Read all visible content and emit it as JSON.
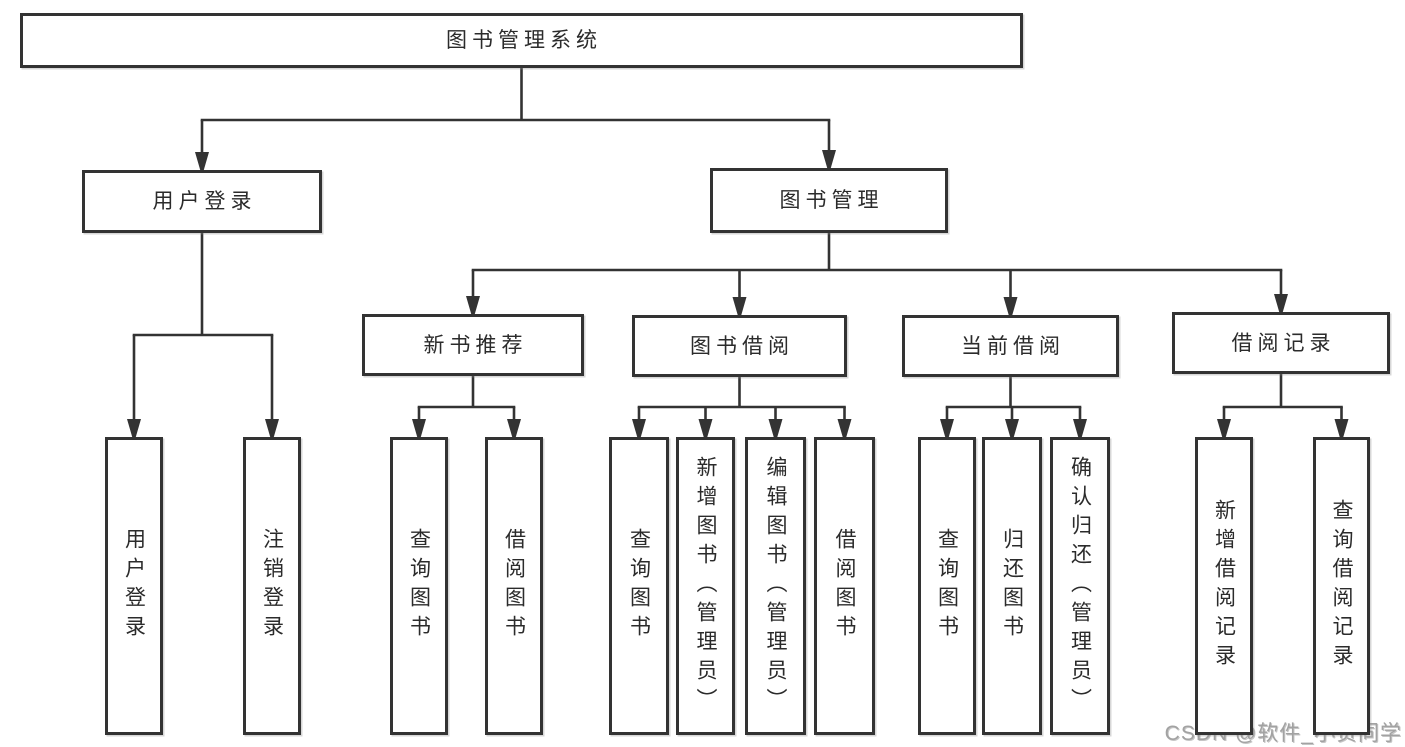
{
  "nodes": [
    {
      "id": "root",
      "label": "图书管理系统",
      "level": 1,
      "parent": null,
      "text_direction": "horizontal"
    },
    {
      "id": "user-login",
      "label": "用户登录",
      "level": 2,
      "parent": "root",
      "text_direction": "horizontal"
    },
    {
      "id": "book-mgmt",
      "label": "图书管理",
      "level": 2,
      "parent": "root",
      "text_direction": "horizontal"
    },
    {
      "id": "new-book-rec",
      "label": "新书推荐",
      "level": 3,
      "parent": "book-mgmt",
      "text_direction": "horizontal"
    },
    {
      "id": "book-borrow",
      "label": "图书借阅",
      "level": 3,
      "parent": "book-mgmt",
      "text_direction": "horizontal"
    },
    {
      "id": "current-borrow",
      "label": "当前借阅",
      "level": 3,
      "parent": "book-mgmt",
      "text_direction": "horizontal"
    },
    {
      "id": "borrow-record",
      "label": "借阅记录",
      "level": 3,
      "parent": "book-mgmt",
      "text_direction": "horizontal"
    },
    {
      "id": "leaf-user-login",
      "label": "用户登录",
      "level": 4,
      "parent": "user-login",
      "text_direction": "vertical"
    },
    {
      "id": "leaf-logout",
      "label": "注销登录",
      "level": 4,
      "parent": "user-login",
      "text_direction": "vertical"
    },
    {
      "id": "leaf-query-book-rec",
      "label": "查询图书",
      "level": 4,
      "parent": "new-book-rec",
      "text_direction": "vertical"
    },
    {
      "id": "leaf-borrow-book-rec",
      "label": "借阅图书",
      "level": 4,
      "parent": "new-book-rec",
      "text_direction": "vertical"
    },
    {
      "id": "leaf-query-book-borrow",
      "label": "查询图书",
      "level": 4,
      "parent": "book-borrow",
      "text_direction": "vertical"
    },
    {
      "id": "leaf-add-book",
      "label": "新增图书（管理员）",
      "level": 4,
      "parent": "book-borrow",
      "text_direction": "vertical"
    },
    {
      "id": "leaf-edit-book",
      "label": "编辑图书（管理员）",
      "level": 4,
      "parent": "book-borrow",
      "text_direction": "vertical"
    },
    {
      "id": "leaf-borrow-book",
      "label": "借阅图书",
      "level": 4,
      "parent": "book-borrow",
      "text_direction": "vertical"
    },
    {
      "id": "leaf-query-book-current",
      "label": "查询图书",
      "level": 4,
      "parent": "current-borrow",
      "text_direction": "vertical"
    },
    {
      "id": "leaf-return-book",
      "label": "归还图书",
      "level": 4,
      "parent": "current-borrow",
      "text_direction": "vertical"
    },
    {
      "id": "leaf-confirm-return",
      "label": "确认归还（管理员）",
      "level": 4,
      "parent": "current-borrow",
      "text_direction": "vertical"
    },
    {
      "id": "leaf-add-record",
      "label": "新增借阅记录",
      "level": 4,
      "parent": "borrow-record",
      "text_direction": "vertical"
    },
    {
      "id": "leaf-query-record",
      "label": "查询借阅记录",
      "level": 4,
      "parent": "borrow-record",
      "text_direction": "vertical"
    }
  ],
  "watermark": {
    "text": "CSDN @软件_小贺同学"
  },
  "colors": {
    "line": "#333333",
    "box_border": "#333333",
    "text": "#2b2b2b",
    "background": "#ffffff",
    "watermark": "#a2a2a2"
  }
}
